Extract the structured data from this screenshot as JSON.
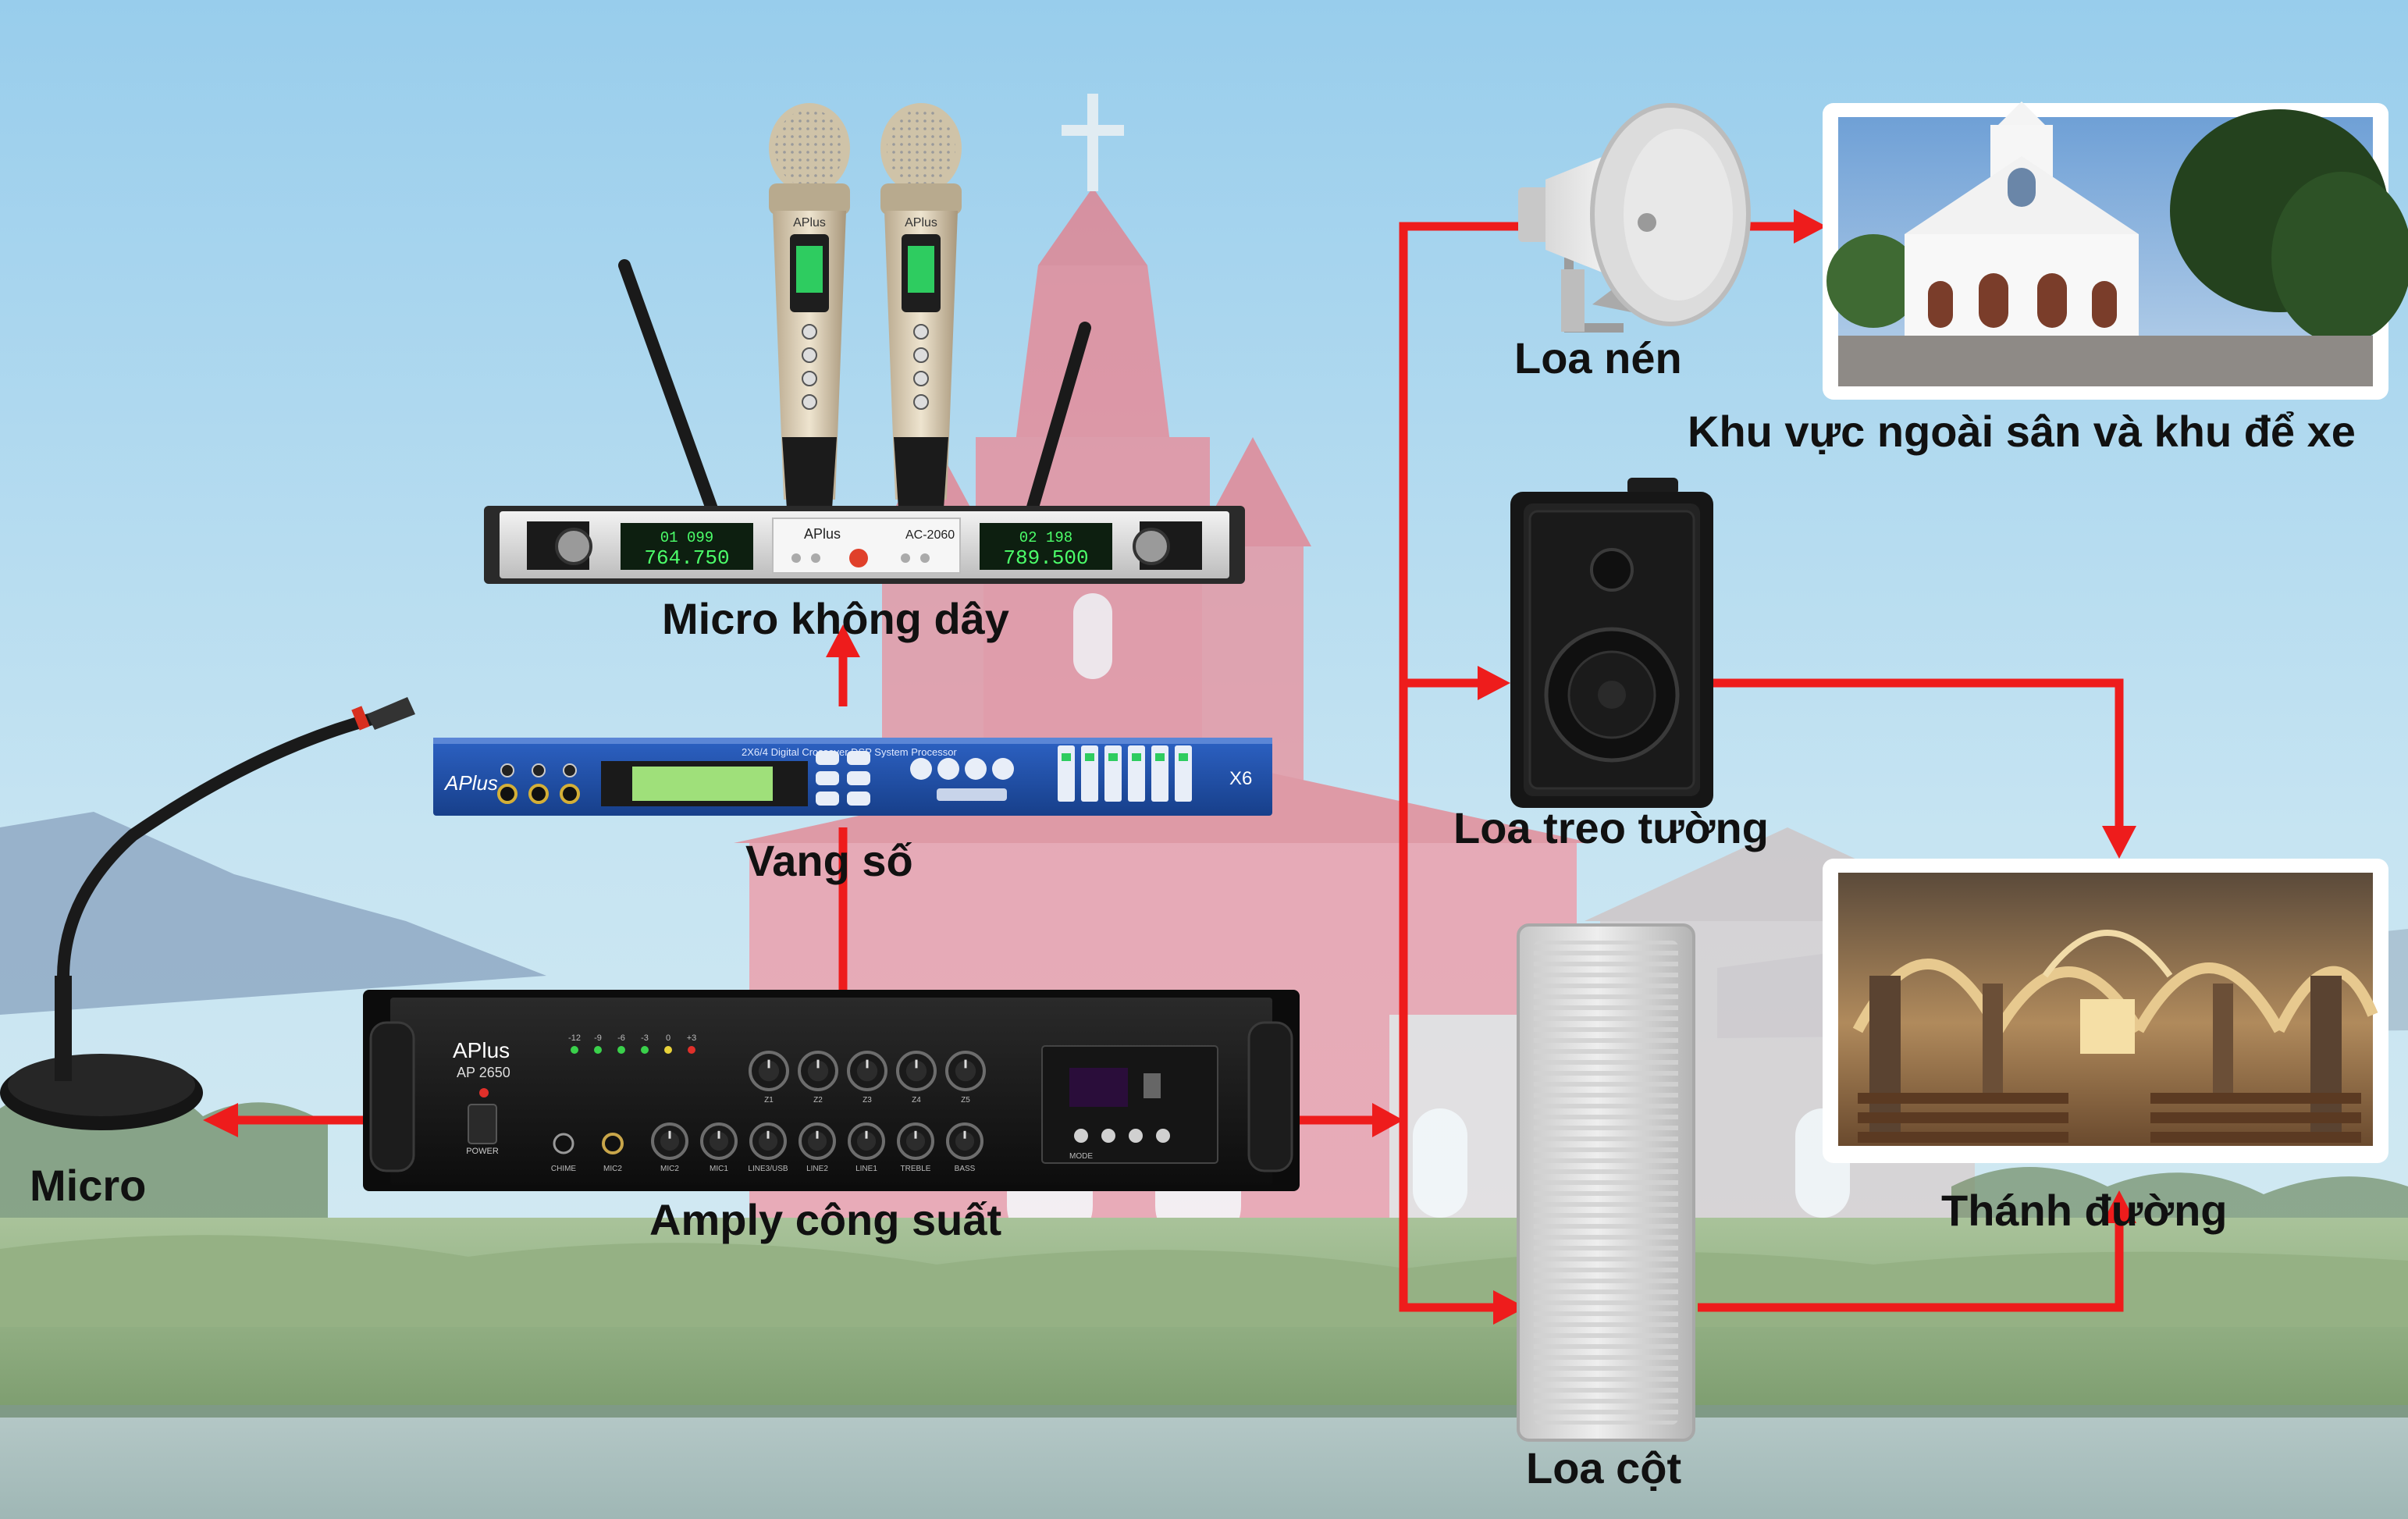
{
  "colors": {
    "sky_top": "#9fd2ee",
    "sky_bottom": "#cfe8f3",
    "church_pink": "#e7808e",
    "connector": "#ee1c1c",
    "label": "#111111",
    "mixer_blue": "#1f4fa8",
    "amp_black": "#161616",
    "grass": "#8fae7a"
  },
  "labels": {
    "wireless_mic": "Micro không dây",
    "effects": "Vang số",
    "amplifier": "Amply công suất",
    "mic": "Micro",
    "horn": "Loa nén",
    "wall_speaker": "Loa treo tường",
    "column_speaker": "Loa cột",
    "outdoor_area": "Khu vực ngoài sân và khu để xe",
    "sanctuary": "Thánh đường"
  },
  "devices": {
    "receiver_brand": "APlus",
    "receiver_model": "AC-2060",
    "receiver_freq_a": "764.750",
    "receiver_freq_b": "789.500",
    "receiver_ch_a": "01 099",
    "receiver_ch_b": "02 198",
    "mic_brand": "APlus",
    "effects_brand": "APlus",
    "effects_model": "X6",
    "effects_title": "2X6/4 Digital Crossover DSP System Processor",
    "amp_brand": "APlus",
    "amp_model": "AP 2650",
    "amp_power": "POWER",
    "amp_knobs_top": [
      "Z1",
      "Z2",
      "Z3",
      "Z4",
      "Z5"
    ],
    "amp_knobs_bottom": [
      "MIC2",
      "MIC1",
      "LINE3/USB",
      "LINE2",
      "LINE1",
      "TREBLE",
      "BASS"
    ],
    "amp_jacks": [
      "CHIME",
      "MIC2"
    ],
    "amp_led_labels": [
      "-12",
      "-9",
      "-6",
      "-3",
      "0",
      "+3"
    ],
    "amp_mode": "MODE"
  },
  "icons": {
    "connector_arrowhead": "arrow-head-icon",
    "cross": "cross-icon"
  }
}
